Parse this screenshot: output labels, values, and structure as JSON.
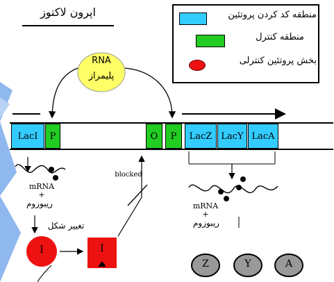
{
  "title": "اپرون لاکتوز",
  "legend": {
    "items": [
      {
        "label": "منطقه کد کردن پروتئین",
        "color": "#33ccff"
      },
      {
        "label": "منطقه کنترل",
        "color": "#22cc22"
      },
      {
        "label": "بخش پروتئین کنترلی",
        "color": "#ee1111"
      }
    ]
  },
  "polymerase": {
    "line1": "RNA",
    "line2": "پلیمراز"
  },
  "dna_segments": [
    {
      "label": "LacI",
      "type": "coding"
    },
    {
      "label": "P",
      "type": "control"
    },
    {
      "label": "",
      "type": "none"
    },
    {
      "label": "O",
      "type": "control"
    },
    {
      "label": "P",
      "type": "control"
    },
    {
      "label": "LacZ",
      "type": "coding"
    },
    {
      "label": "LacY",
      "type": "coding"
    },
    {
      "label": "LacA",
      "type": "coding"
    }
  ],
  "left_mrna": {
    "line1": "mRNA",
    "line2": "+",
    "line3": "ریبوزوم"
  },
  "right_mrna": {
    "line1": "mRNA",
    "line2": "+",
    "line3": "ریبوزوم"
  },
  "shape_change_label": "تغییر شکل",
  "blocked_label": "blocked",
  "repressor_label": "I",
  "repressor_label_2": "I",
  "proteins": [
    "Z",
    "Y",
    "A"
  ],
  "colors": {
    "coding": "#33ccff",
    "control": "#22cc22",
    "repressor": "#ee1111",
    "background": "#ffffff"
  }
}
